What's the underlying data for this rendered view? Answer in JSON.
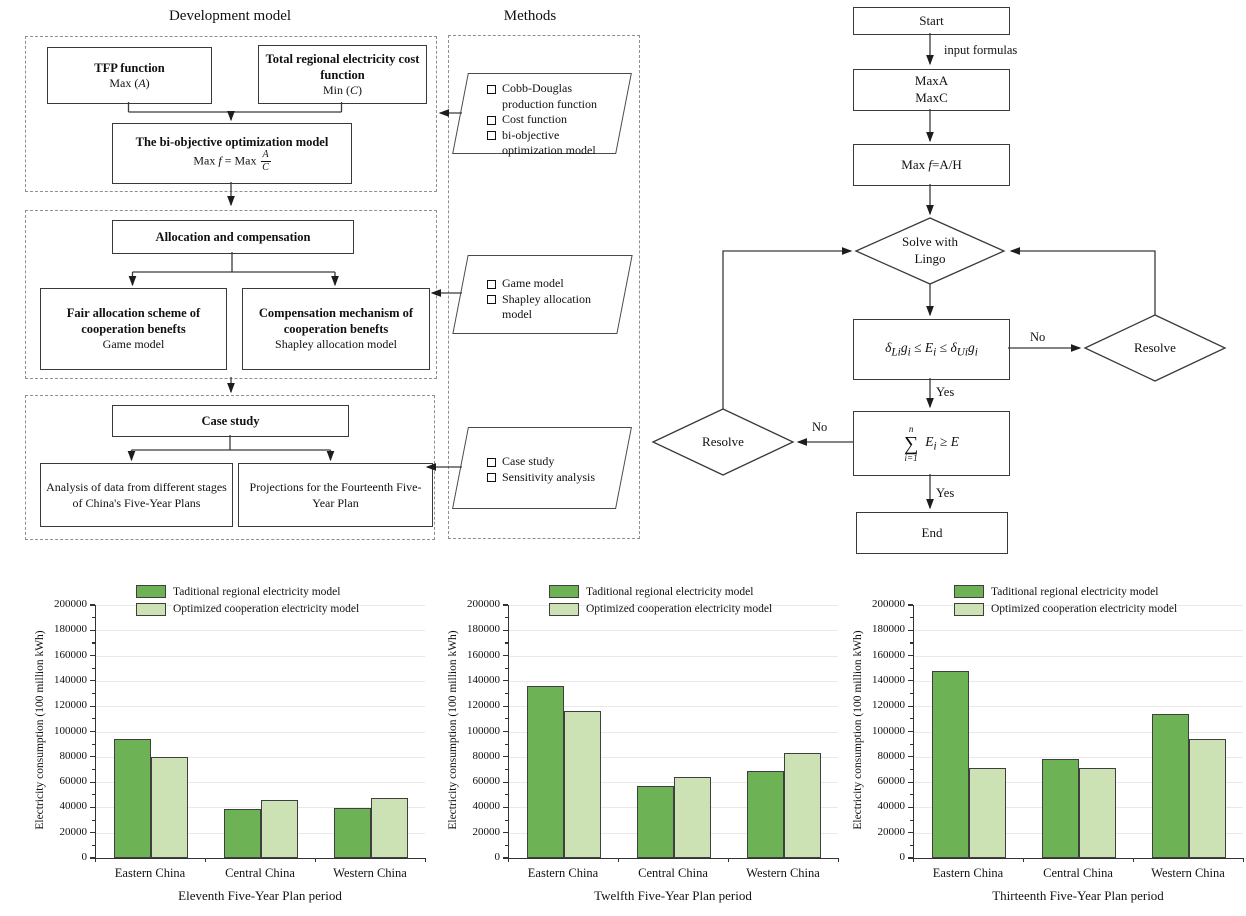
{
  "development_model": {
    "title": "Development model",
    "tfp_box": {
      "title": "TFP function",
      "sub_html": "Max (<i>A</i>)"
    },
    "cost_box": {
      "title": "Total regional electricity cost function",
      "sub_html": "Min (<i>C</i>)"
    },
    "objective_box": {
      "title": "The bi-objective optimization model",
      "formula_html": "Max <i>f</i> = Max<span class=\"frac\"><span class=\"ft\"><i>A</i></span><span class=\"fb\"><i>C</i></span></span>"
    },
    "allocation_box": {
      "title": "Allocation and compensation"
    },
    "fair_box": {
      "title": "Fair allocation scheme of cooperation benefts",
      "sub": "Game model"
    },
    "compensation_box": {
      "title": "Compensation mechanism of cooperation benefts",
      "sub": "Shapley allocation model"
    },
    "case_box": {
      "title": "Case study"
    },
    "analysis_box": {
      "text": "Analysis of data from different stages of China's Five-Year Plans"
    },
    "projection_box": {
      "text": "Projections for the Fourteenth Five-Year Plan"
    }
  },
  "methods": {
    "title": "Methods",
    "group1": [
      "Cobb-Douglas production function",
      "Cost function",
      "bi-objective optimization model"
    ],
    "group2": [
      "Game model",
      "Shapley allocation model"
    ],
    "group3": [
      "Case study",
      "Sensitivity analysis"
    ]
  },
  "flowchart": {
    "start_label": "Start",
    "input_label": "input formulas",
    "max_lines": [
      "MaxA",
      "MaxC"
    ],
    "maxf_html": "Max <i>f</i>=A/H",
    "solve_lines": [
      "Solve with",
      "Lingo"
    ],
    "constraint_html": "<i>&delta;<sub>Li</sub>g<sub>i</sub></i> &le; <i>E<sub>i</sub></i> &le; <i>&delta;<sub>Ui</sub>g<sub>i</sub></i>",
    "no_right": "No",
    "resolve_right": "Resolve",
    "yes_mid": "Yes",
    "sum_top": "n",
    "sum_sigma": "∑",
    "sum_bottom": "i=1",
    "sum_rhs_html": "<i>E<sub>i</sub></i> &ge; <i>E</i>",
    "no_left": "No",
    "resolve_left": "Resolve",
    "yes_bottom": "Yes",
    "end_label": "End"
  },
  "colors": {
    "traditional_green": "#6DB356",
    "optimized_green": "#CCE2B4",
    "line_gray": "#3a3a3a",
    "grid_gray": "#e9e9e9"
  },
  "chart_data": [
    {
      "type": "bar",
      "title": "",
      "xlabel": "Eleventh Five-Year Plan period",
      "ylabel": "Electricity consumption (100 million kWh)",
      "ylim": [
        0,
        200000
      ],
      "ytick_step": 20000,
      "grid": true,
      "legend_position": "top-left",
      "categories": [
        "Eastern China",
        "Central China",
        "Western China"
      ],
      "series": [
        {
          "name": "Taditional regional electricity model",
          "color": "#6DB356",
          "values": [
            94500,
            39000,
            39500
          ]
        },
        {
          "name": "Optimized cooperation electricity model",
          "color": "#CCE2B4",
          "values": [
            80000,
            45500,
            47500
          ]
        }
      ]
    },
    {
      "type": "bar",
      "title": "",
      "xlabel": "Twelfth Five-Year Plan period",
      "ylabel": "Electricity consumption (100 million kWh)",
      "ylim": [
        0,
        200000
      ],
      "ytick_step": 20000,
      "grid": true,
      "legend_position": "top-left",
      "categories": [
        "Eastern China",
        "Central China",
        "Western China"
      ],
      "series": [
        {
          "name": "Taditional regional electricity model",
          "color": "#6DB356",
          "values": [
            136000,
            57000,
            68500
          ]
        },
        {
          "name": "Optimized cooperation electricity model",
          "color": "#CCE2B4",
          "values": [
            116000,
            64000,
            83000
          ]
        }
      ]
    },
    {
      "type": "bar",
      "title": "",
      "xlabel": "Thirteenth Five-Year Plan period",
      "ylabel": "Electricity consumption (100 million kWh)",
      "ylim": [
        0,
        200000
      ],
      "ytick_step": 20000,
      "grid": true,
      "legend_position": "top-left",
      "categories": [
        "Eastern China",
        "Central China",
        "Western China"
      ],
      "series": [
        {
          "name": "Taditional regional electricity model",
          "color": "#6DB356",
          "values": [
            147500,
            78500,
            113500
          ]
        },
        {
          "name": "Optimized cooperation electricity model",
          "color": "#CCE2B4",
          "values": [
            71500,
            71500,
            94500
          ]
        }
      ]
    }
  ]
}
